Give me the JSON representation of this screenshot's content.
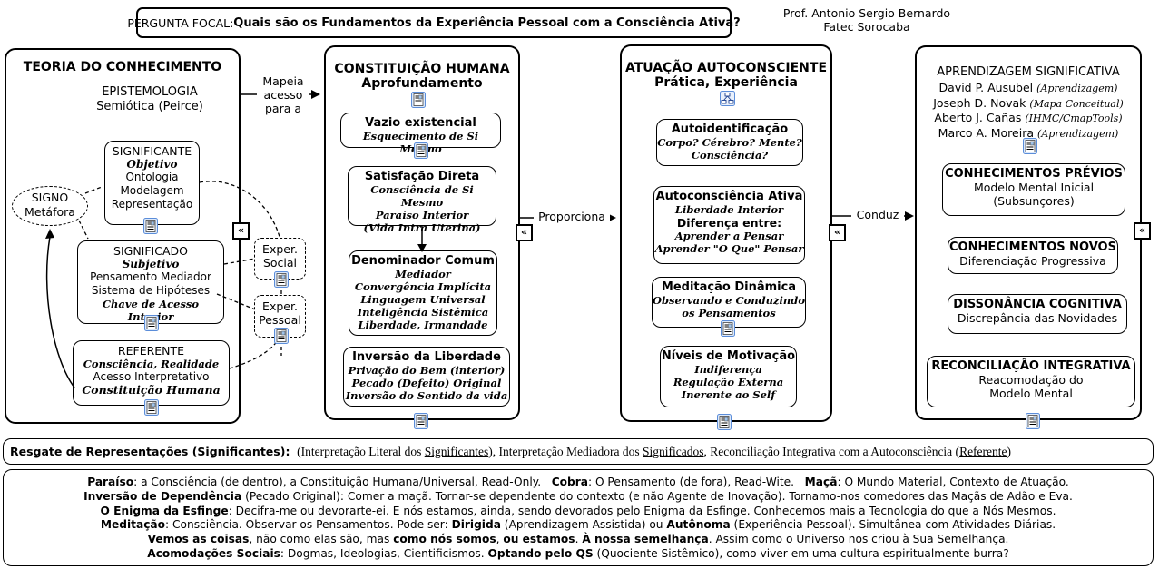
{
  "header": {
    "focal_label": "PERGUNTA FOCAL: ",
    "focal_question": "Quais são os Fundamentos da Experiência Pessoal com a Consciência Ativa?",
    "author_line1": "Prof. Antonio Sergio Bernardo",
    "author_line2": "Fatec Sorocaba"
  },
  "connectors": {
    "mapeia": "Mapeia acesso para a",
    "proporciona": "Proporciona",
    "conduz": "Conduz",
    "collapse_glyph": "«"
  },
  "col1": {
    "title": "TEORIA DO CONHECIMENTO",
    "epistemologia": [
      "EPISTEMOLOGIA",
      "Semiótica (Peirce)"
    ],
    "signo": [
      "SIGNO",
      "Metáfora"
    ],
    "significante": {
      "header": "SIGNIFICANTE",
      "script1": "Objetivo",
      "lines": [
        "Ontologia",
        "Modelagem",
        "Representação"
      ]
    },
    "significado": {
      "header": "SIGNIFICADO",
      "script1": "Subjetivo",
      "lines": [
        "Pensamento Mediador",
        "Sistema de Hipóteses"
      ],
      "script2": "Chave de Acesso Interior"
    },
    "referente": {
      "header": "REFERENTE",
      "script1": "Consciência, Realidade",
      "line": "Acesso Interpretativo",
      "script2": "Constituição Humana"
    },
    "exper_social": [
      "Exper.",
      "Social"
    ],
    "exper_pessoal": [
      "Exper.",
      "Pessoal"
    ]
  },
  "col2": {
    "title1": "CONSTITUIÇÃO HUMANA",
    "title2": "Aprofundamento",
    "vazio": {
      "title": "Vazio existencial",
      "lines": [
        "Esquecimento de Si Mesmo"
      ]
    },
    "satisfacao": {
      "title": "Satisfação Direta",
      "lines": [
        "Consciência de Si Mesmo",
        "Paraíso Interior",
        "(Vida Intra Uterina)"
      ]
    },
    "denominador": {
      "title": "Denominador Comum",
      "lines": [
        "Mediador",
        "Convergência Implícita",
        "Linguagem Universal",
        "Inteligência Sistêmica",
        "Liberdade, Irmandade"
      ]
    },
    "inversao": {
      "title": "Inversão da Liberdade",
      "lines": [
        "Privação do Bem (interior)",
        "Pecado (Defeito) Original",
        "Inversão do Sentido da vida"
      ]
    }
  },
  "col3": {
    "title1": "ATUAÇÃO AUTOCONSCIENTE",
    "title2": "Prática, Experiência",
    "autoident": {
      "title": "Autoidentificação",
      "lines": [
        "Corpo? Cérebro? Mente?",
        "Consciência?"
      ]
    },
    "autoconsc": {
      "title": "Autoconsciência Ativa",
      "script1": "Liberdade Interior",
      "subtitle": "Diferença entre:",
      "lines": [
        "Aprender a Pensar",
        "Aprender \"O Que\" Pensar"
      ]
    },
    "meditacao": {
      "title": "Meditação Dinâmica",
      "lines": [
        "Observando e Conduzindo",
        "os Pensamentos"
      ]
    },
    "niveis": {
      "title": "Níveis de Motivação",
      "lines": [
        "Indiferença",
        "Regulação Externa",
        "Inerente ao Self"
      ]
    }
  },
  "col4": {
    "title": "APRENDIZAGEM SIGNIFICATIVA",
    "authors": [
      {
        "name": "David P. Ausubel ",
        "note": "(Aprendizagem)"
      },
      {
        "name": "Joseph D. Novak ",
        "note": "(Mapa Conceitual)"
      },
      {
        "name": "Aberto J. Cañas ",
        "note": "(IHMC/CmapTools)"
      },
      {
        "name": "Marco A. Moreira ",
        "note": "(Aprendizagem)"
      }
    ],
    "previos": {
      "title": "CONHECIMENTOS PRÉVIOS",
      "lines": [
        "Modelo Mental Inicial",
        "(Subsunçores)"
      ]
    },
    "novos": {
      "title": "CONHECIMENTOS NOVOS",
      "lines": [
        "Diferenciação Progressiva"
      ]
    },
    "dissonancia": {
      "title": "DISSONÂNCIA COGNITIVA",
      "lines": [
        "Discrepância das Novidades"
      ]
    },
    "reconciliacao": {
      "title": "RECONCILIAÇÃO INTEGRATIVA",
      "lines": [
        "Reacomodação do",
        "Modelo Mental"
      ]
    }
  },
  "resgate": {
    "segments": [
      {
        "t": "Resgate de Representações (Significantes): ",
        "c": "sansb"
      },
      {
        "t": " (Interpretação Literal dos "
      },
      {
        "t": "Significantes",
        "c": "u"
      },
      {
        "t": "), Interpretação Mediadora dos "
      },
      {
        "t": "Significados",
        "c": "u"
      },
      {
        "t": ", Reconciliação Integrativa com a Autoconsciência ("
      },
      {
        "t": "Referente",
        "c": "u"
      },
      {
        "t": ")"
      }
    ]
  },
  "notes": {
    "lines": [
      [
        {
          "t": "Paraíso",
          "c": "b"
        },
        {
          "t": ": a Consciência (de dentro), a Constituição Humana/Universal, Read-Only.   "
        },
        {
          "t": "Cobra",
          "c": "b"
        },
        {
          "t": ": O Pensamento (de fora), Read-Wite.   "
        },
        {
          "t": "Maçã",
          "c": "b"
        },
        {
          "t": ": O Mundo Material, Contexto de Atuação."
        }
      ],
      [
        {
          "t": "Inversão de Dependência",
          "c": "b"
        },
        {
          "t": " (Pecado Original): Comer a maçã. Tornar-se dependente do contexto (e não Agente de Inovação). Tornamo-nos comedores das Maçãs de Adão e Eva."
        }
      ],
      [
        {
          "t": "O Enigma da Esfinge",
          "c": "b"
        },
        {
          "t": ": Decifra-me ou devorarte-ei. E nós estamos, ainda, sendo devorados pelo Enigma da Esfinge. Conhecemos mais a Tecnologia do que a Nós Mesmos."
        }
      ],
      [
        {
          "t": "Meditação",
          "c": "b"
        },
        {
          "t": ": Consciência. Observar os Pensamentos. Pode ser: "
        },
        {
          "t": "Dirigida",
          "c": "b"
        },
        {
          "t": " (Aprendizagem Assistida) ou "
        },
        {
          "t": "Autônoma",
          "c": "b"
        },
        {
          "t": " (Experiência Pessoal). Simultânea com Atividades Diárias."
        }
      ],
      [
        {
          "t": "Vemos as coisas",
          "c": "b"
        },
        {
          "t": ", não como elas são, mas "
        },
        {
          "t": "como nós somos",
          "c": "b"
        },
        {
          "t": ", "
        },
        {
          "t": "ou estamos",
          "c": "b"
        },
        {
          "t": ". "
        },
        {
          "t": "À nossa semelhança",
          "c": "b"
        },
        {
          "t": ". Assim como o Universo nos criou à Sua Semelhança."
        }
      ],
      [
        {
          "t": "Acomodações Sociais",
          "c": "b"
        },
        {
          "t": ": Dogmas, Ideologias, Cientificismos. "
        },
        {
          "t": "Optando pelo QS",
          "c": "b"
        },
        {
          "t": " (Quociente Sistêmico), como viver em uma cultura espiritualmente burra?"
        }
      ]
    ]
  }
}
